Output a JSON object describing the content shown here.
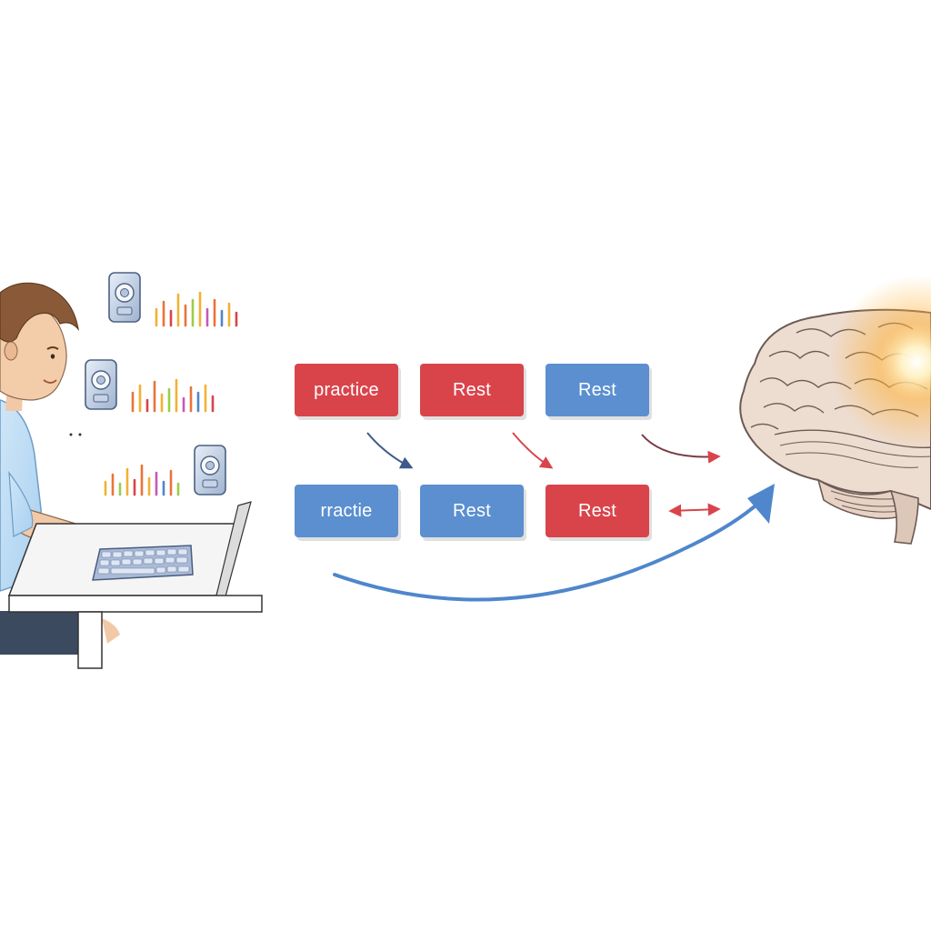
{
  "colors": {
    "practice_red": "#d9444b",
    "rest_blue": "#5b8fd0",
    "progress_arrow_blue": "#4f86cc",
    "glow_orange": "#ffb23a"
  },
  "sequence": {
    "row1": [
      {
        "label": "practice",
        "color": "red"
      },
      {
        "label": "Rest",
        "color": "red"
      },
      {
        "label": "Rest",
        "color": "blue"
      }
    ],
    "row2": [
      {
        "label": "rractie",
        "color": "blue"
      },
      {
        "label": "Rest",
        "color": "blue"
      },
      {
        "label": "Rest",
        "color": "red"
      }
    ]
  },
  "icons": [
    "person-at-keyboard-icon",
    "speaker-icon",
    "audio-bars-icon",
    "brain-icon",
    "glow-icon"
  ]
}
